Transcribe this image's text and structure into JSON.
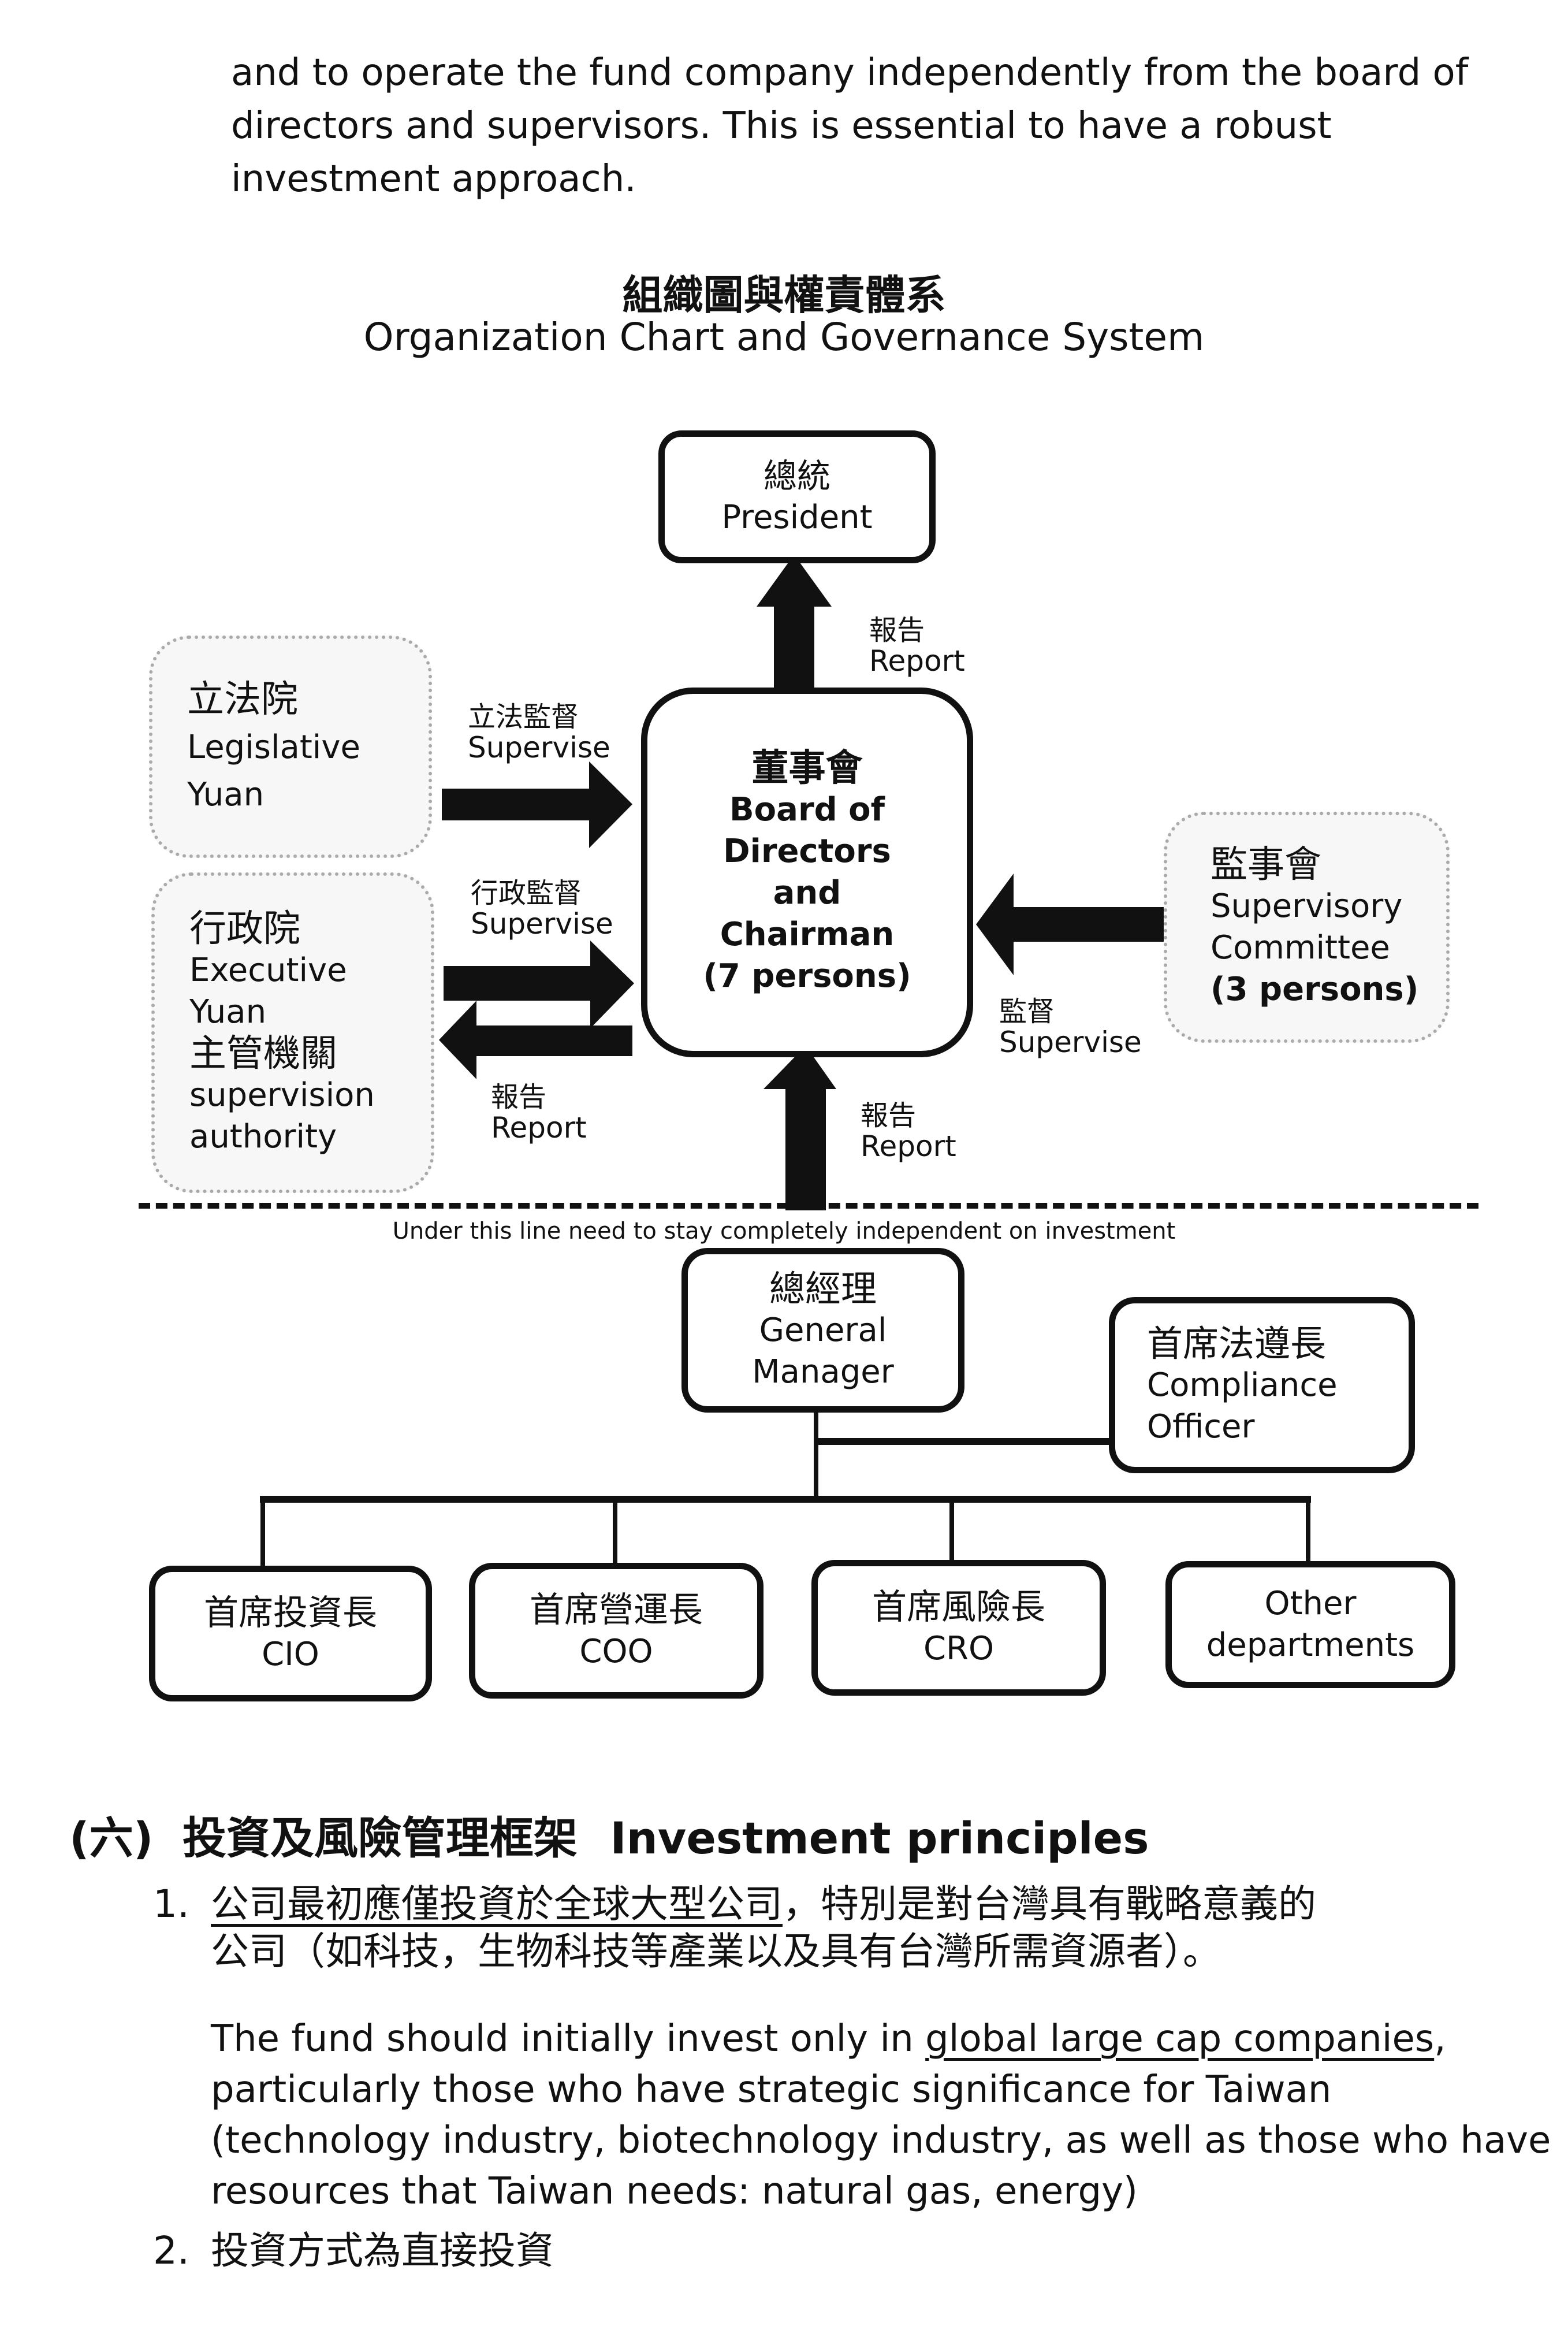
{
  "intro": {
    "lines": [
      "and to operate the fund company independently from the board of",
      "directors and supervisors. This is essential to have a robust",
      "investment approach."
    ]
  },
  "chart": {
    "title_zh": "組織圖與權責體系",
    "title_en": "Organization Chart and Governance System",
    "president": {
      "zh": "總統",
      "en": "President"
    },
    "board": {
      "zh": "董事會",
      "en_lines": [
        "Board of",
        "Directors",
        "and",
        "Chairman",
        "(7 persons)"
      ]
    },
    "legislative": {
      "zh": "立法院",
      "en_lines": [
        "Legislative",
        "Yuan"
      ]
    },
    "executive": {
      "zh": "行政院",
      "en_lines": [
        "Executive",
        "Yuan"
      ],
      "zh2": "主管機關",
      "en2_lines": [
        "supervision",
        "authority"
      ]
    },
    "supervisory": {
      "zh": "監事會",
      "en_lines": [
        "Supervisory",
        "Committee",
        "(3 persons)"
      ]
    },
    "arrow_labels": {
      "board_to_president": {
        "zh": "報告",
        "en": "Report"
      },
      "legislative_supervise": {
        "zh": "立法監督",
        "en": "Supervise"
      },
      "executive_supervise": {
        "zh": "行政監督",
        "en": "Supervise"
      },
      "board_report_executive": {
        "zh": "報告",
        "en": "Report"
      },
      "supervisory_supervise": {
        "zh": "監督",
        "en": "Supervise"
      },
      "gm_report_board": {
        "zh": "報告",
        "en": "Report"
      }
    },
    "independence_note": "Under this line need to stay completely independent on investment",
    "general_manager": {
      "zh": "總經理",
      "en_lines": [
        "General",
        "Manager"
      ]
    },
    "compliance": {
      "zh": "首席法遵長",
      "en_lines": [
        "Compliance",
        "Officer"
      ]
    },
    "departments": [
      {
        "zh": "首席投資長",
        "en": "CIO"
      },
      {
        "zh": "首席營運長",
        "en": "COO"
      },
      {
        "zh": "首席風險長",
        "en": "CRO"
      },
      {
        "zh": "",
        "en_lines": [
          "Other",
          "departments"
        ]
      }
    ]
  },
  "section": {
    "number": "(六)",
    "title_zh": "投資及風險管理框架",
    "title_en": "Investment principles"
  },
  "items": [
    {
      "number": "1.",
      "zh_underlined": "公司最初應僅投資於全球大型公司",
      "zh_rest": "，特別是對台灣具有戰略意義的",
      "zh_line2": "公司（如科技，生物科技等產業以及具有台灣所需資源者）。",
      "en_pre": "The fund should initially invest only in ",
      "en_underlined": "global large cap companies",
      "en_post": ", particularly those who have strategic significance for Taiwan (technology industry, biotechnology industry, as well as those who have resources that Taiwan needs: natural gas, energy)"
    },
    {
      "number": "2.",
      "zh": "投資方式為直接投資"
    }
  ]
}
